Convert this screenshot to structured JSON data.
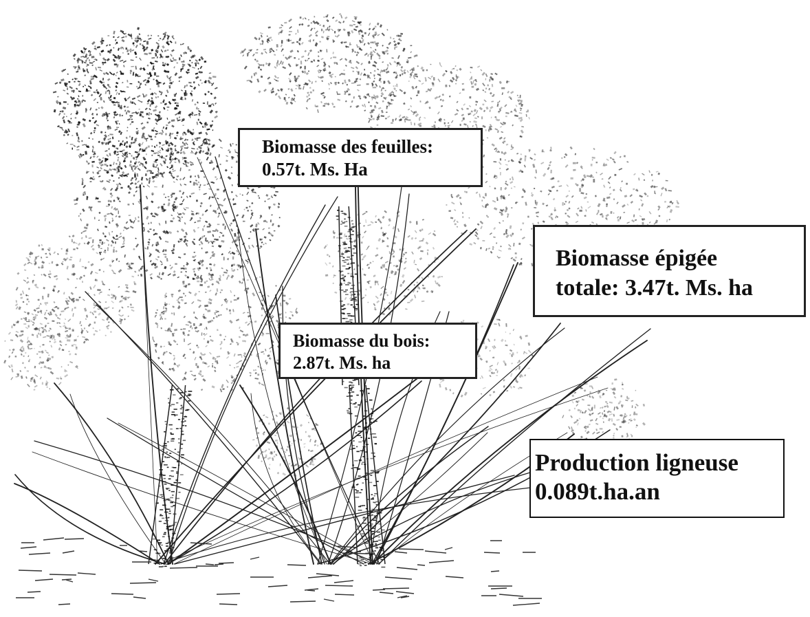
{
  "labels": {
    "feuilles": {
      "line1": "Biomasse des feuilles:",
      "line2": "0.57t. Ms. Ha"
    },
    "bois": {
      "line1": "Biomasse du bois:",
      "line2": "2.87t. Ms. ha"
    },
    "epigee": {
      "line1": "Biomasse épigée",
      "line2": "totale: 3.47t. Ms. ha"
    },
    "production": {
      "line1": "Production ligneuse",
      "line2": "0.089t.ha.an"
    }
  },
  "colors": {
    "ink": "#111111",
    "background": "#ffffff"
  }
}
